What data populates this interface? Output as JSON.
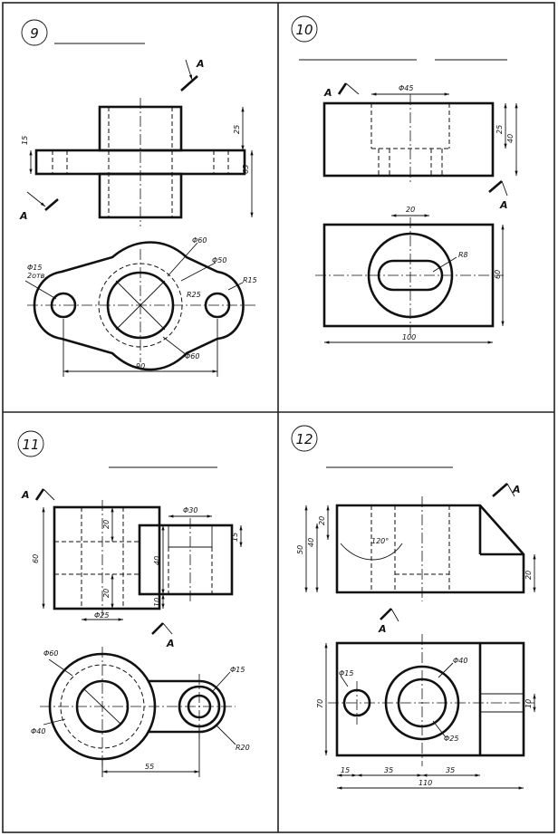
{
  "panels": [
    {
      "number": "9",
      "dims": {
        "d15": "Φ15",
        "holes2": "2отв.",
        "d60a": "Φ60",
        "d50": "Φ50",
        "r15": "R15",
        "r25": "R25",
        "d60b": "Φ60",
        "w90": "90",
        "h15": "15",
        "h25": "25",
        "h65": "65"
      },
      "cut": "A"
    },
    {
      "number": "10",
      "dims": {
        "d45": "Φ45",
        "h25": "25",
        "h40": "40",
        "w20": "20",
        "r8": "R8",
        "h60": "60",
        "w100": "100"
      },
      "cut": "A"
    },
    {
      "number": "11",
      "dims": {
        "h60": "60",
        "h20a": "20",
        "h20b": "20",
        "d30": "Φ30",
        "h15": "15",
        "h40": "40",
        "h10": "10",
        "d25": "Φ25",
        "d60": "Φ60",
        "d40": "Φ40",
        "d15": "Φ15",
        "r20": "R20",
        "w55": "55"
      },
      "cut": "A"
    },
    {
      "number": "12",
      "dims": {
        "h50": "50",
        "h40": "40",
        "h20a": "20",
        "ang": "120°",
        "h20b": "20",
        "d15": "Φ15",
        "d40": "Φ40",
        "h70": "70",
        "h10": "10",
        "d25": "Φ25",
        "w15": "15",
        "w35a": "35",
        "w35b": "35",
        "w110": "110"
      },
      "cut": "A"
    }
  ]
}
